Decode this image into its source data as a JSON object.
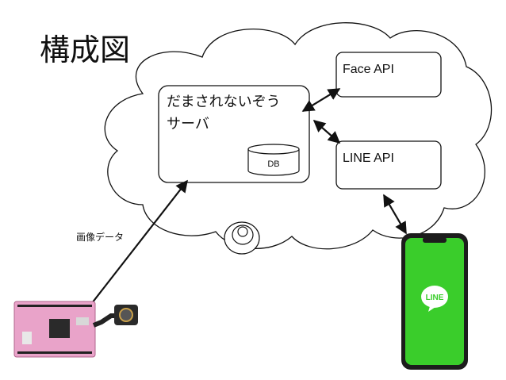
{
  "title": "構成図",
  "server": {
    "line1": "だまされないぞう",
    "line2": "サーバ",
    "db_label": "DB"
  },
  "face_api": {
    "label": "Face API"
  },
  "line_api": {
    "label": "LINE API"
  },
  "arrow_label": "画像データ",
  "phone": {
    "app_label": "LINE",
    "accent_color": "#3acd2b"
  },
  "board": {
    "color": "#e9a3c9"
  }
}
